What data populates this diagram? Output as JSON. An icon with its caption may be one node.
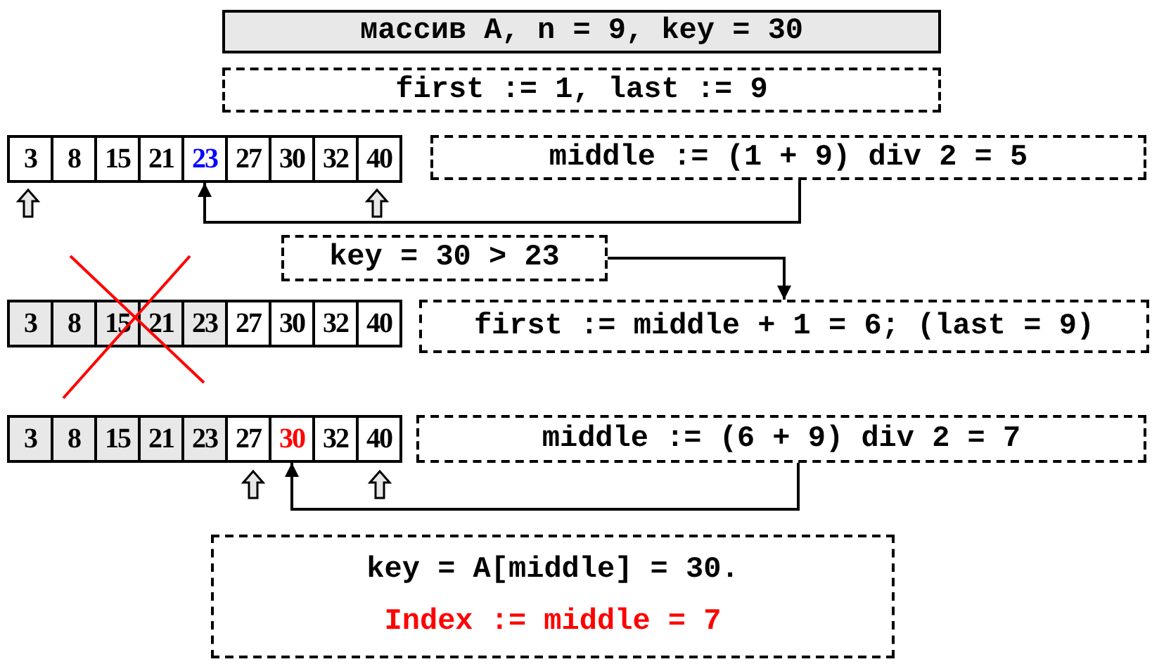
{
  "diagram": {
    "nodes": [
      {
        "text": [
          "массив A, n = 9, key = 30"
        ]
      },
      {
        "text": [
          "first := 1, last := 9"
        ]
      },
      {
        "text": [
          "3"
        ]
      },
      {
        "text": [
          "8"
        ]
      },
      {
        "text": [
          "15"
        ]
      },
      {
        "text": [
          "21"
        ]
      },
      {
        "text": [
          "23"
        ]
      },
      {
        "text": [
          "27"
        ]
      },
      {
        "text": [
          "30"
        ]
      },
      {
        "text": [
          "32"
        ]
      },
      {
        "text": [
          "40"
        ]
      },
      {
        "text": [
          "middle := (1 + 9) div 2 = 5"
        ]
      },
      {
        "text": [
          "key = 30 > 23"
        ]
      },
      {
        "text": [
          "3"
        ]
      },
      {
        "text": [
          "8"
        ]
      },
      {
        "text": [
          "15"
        ]
      },
      {
        "text": [
          "21"
        ]
      },
      {
        "text": [
          "23"
        ]
      },
      {
        "text": [
          "27"
        ]
      },
      {
        "text": [
          "30"
        ]
      },
      {
        "text": [
          "32"
        ]
      },
      {
        "text": [
          "40"
        ]
      },
      {
        "text": [
          "first := middle + 1 = 6; (last = 9)"
        ]
      },
      {
        "text": [
          "3"
        ]
      },
      {
        "text": [
          "8"
        ]
      },
      {
        "text": [
          "15"
        ]
      },
      {
        "text": [
          "21"
        ]
      },
      {
        "text": [
          "23"
        ]
      },
      {
        "text": [
          "27"
        ]
      },
      {
        "text": [
          "30"
        ]
      },
      {
        "text": [
          "32"
        ]
      },
      {
        "text": [
          "40"
        ]
      },
      {
        "text": [
          "middle := (6 + 9) div 2 = 7"
        ]
      },
      {
        "text": [
          "key = A[middle] = 30.",
          "Index := middle = 7"
        ]
      }
    ],
    "edges": [
      {
        "from": 11,
        "to": 6,
        "arrow": "to"
      },
      {
        "from": 12,
        "to": 22,
        "arrow": "to"
      },
      {
        "from": 32,
        "to": 29,
        "arrow": "to"
      }
    ]
  }
}
